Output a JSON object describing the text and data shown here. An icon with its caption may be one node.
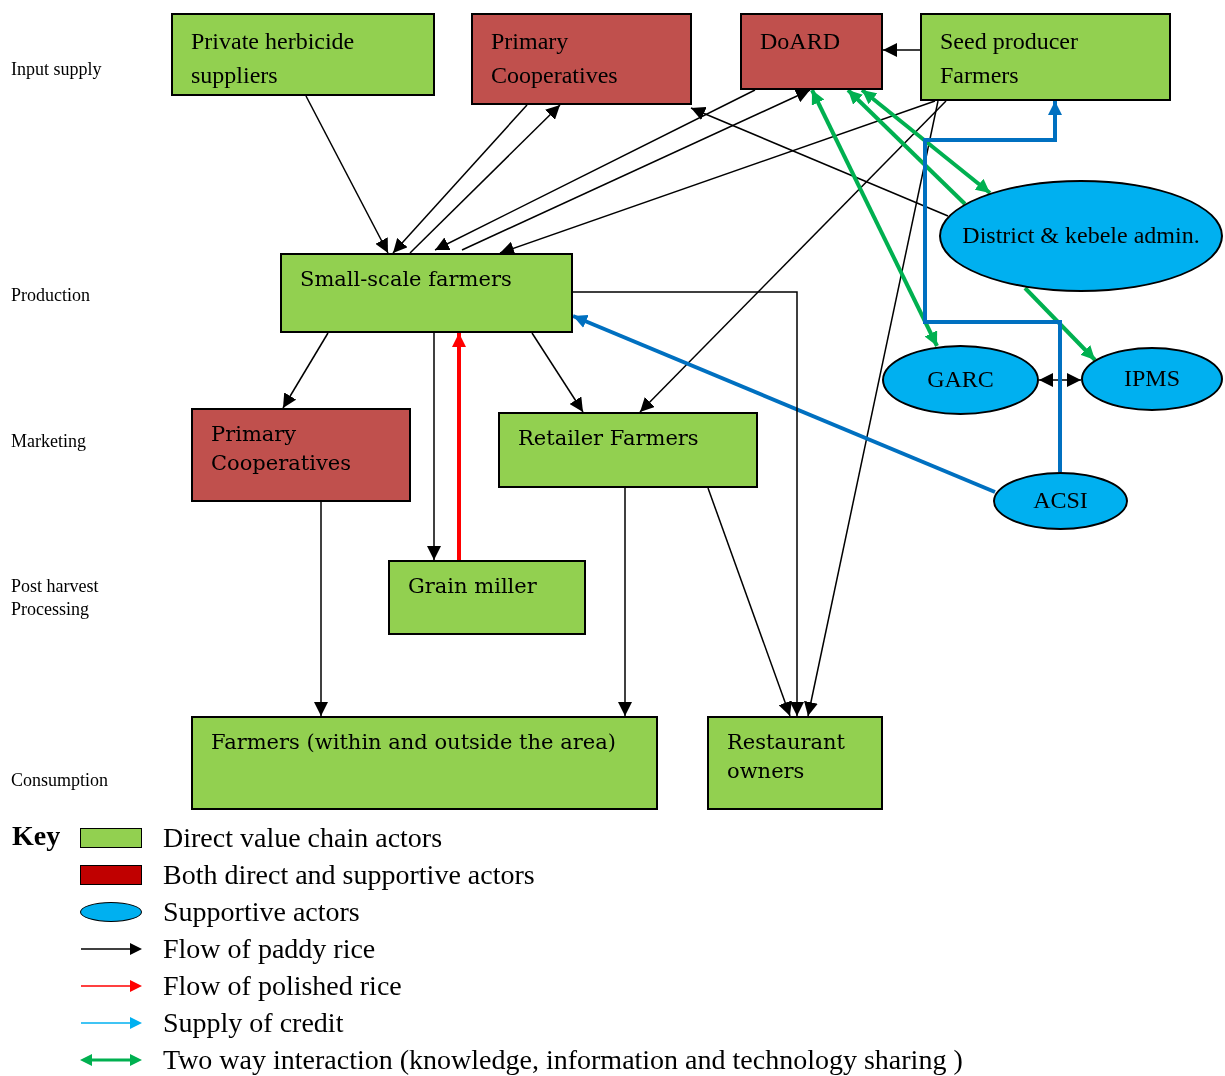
{
  "diagram": {
    "nodes": [
      {
        "text": [
          "Private herbicide suppliers"
        ]
      },
      {
        "text": [
          "Primary Cooperatives"
        ]
      },
      {
        "text": [
          "DoARD"
        ]
      },
      {
        "text": [
          "Seed producer Farmers"
        ]
      },
      {
        "text": [
          "District & kebele admin."
        ]
      },
      {
        "text": [
          "Small-scale farmers"
        ]
      },
      {
        "text": [
          "GARC"
        ]
      },
      {
        "text": [
          "IPMS"
        ]
      },
      {
        "text": [
          "Primary Cooperatives"
        ]
      },
      {
        "text": [
          "Retailer Farmers"
        ]
      },
      {
        "text": [
          "ACSI"
        ]
      },
      {
        "text": [
          "Grain miller"
        ]
      },
      {
        "text": [
          "Farmers (within and outside the area)"
        ]
      },
      {
        "text": [
          "Restaurant owners"
        ]
      }
    ],
    "edges": [
      {
        "from": 0,
        "to": 5,
        "arrow": "to"
      },
      {
        "from": 1,
        "to": 5,
        "arrow": "to"
      },
      {
        "from": 5,
        "to": 1,
        "arrow": "to"
      },
      {
        "from": 2,
        "to": 5,
        "arrow": "to"
      },
      {
        "from": 5,
        "to": 2,
        "arrow": "to"
      },
      {
        "from": 3,
        "to": 2,
        "arrow": "to"
      },
      {
        "from": 3,
        "to": 5,
        "arrow": "to"
      },
      {
        "from": 3,
        "to": 9,
        "arrow": "to"
      },
      {
        "from": 3,
        "to": 13,
        "arrow": "to"
      },
      {
        "from": 4,
        "to": 1,
        "arrow": "to"
      },
      {
        "from": 4,
        "to": 2,
        "arrow": "both",
        "style": "thick",
        "color": "#00b050"
      },
      {
        "from": 4,
        "to": 2,
        "arrow": "to",
        "style": "thick",
        "color": "#00b050"
      },
      {
        "from": 2,
        "to": 6,
        "arrow": "both",
        "style": "thick",
        "color": "#00b050"
      },
      {
        "from": 4,
        "to": 7,
        "arrow": "to",
        "style": "thick",
        "color": "#00b050"
      },
      {
        "from": 6,
        "to": 7,
        "arrow": "both"
      },
      {
        "from": 10,
        "to": 5,
        "arrow": "to",
        "style": "thick",
        "color": "#0070c0"
      },
      {
        "from": 10,
        "to": 3,
        "arrow": "to",
        "style": "thick",
        "color": "#0070c0"
      },
      {
        "from": 5,
        "to": 8,
        "arrow": "to"
      },
      {
        "from": 5,
        "to": 9,
        "arrow": "to"
      },
      {
        "from": 5,
        "to": 11,
        "arrow": "to"
      },
      {
        "from": 11,
        "to": 5,
        "arrow": "to",
        "style": "thick",
        "color": "#ff0000"
      },
      {
        "from": 5,
        "to": 13,
        "arrow": "to"
      },
      {
        "from": 8,
        "to": 12,
        "arrow": "to"
      },
      {
        "from": 9,
        "to": 12,
        "arrow": "to"
      },
      {
        "from": 9,
        "to": 13,
        "arrow": "to"
      }
    ],
    "labels": [
      "Input supply",
      "Production",
      "Marketing",
      "Post harvest Processing",
      "Consumption",
      "Key"
    ],
    "legend": [
      {
        "text": "Direct value chain actors",
        "color": "#92d050"
      },
      {
        "text": "Both direct and supportive actors",
        "color": "#c00000"
      },
      {
        "text": "Supportive actors",
        "color": "#00b0f0"
      },
      {
        "text": "Flow of paddy rice"
      },
      {
        "text": "Flow of polished rice"
      },
      {
        "text": "Supply of credit"
      },
      {
        "text": "Two way interaction (knowledge, information and technology sharing )"
      }
    ]
  }
}
